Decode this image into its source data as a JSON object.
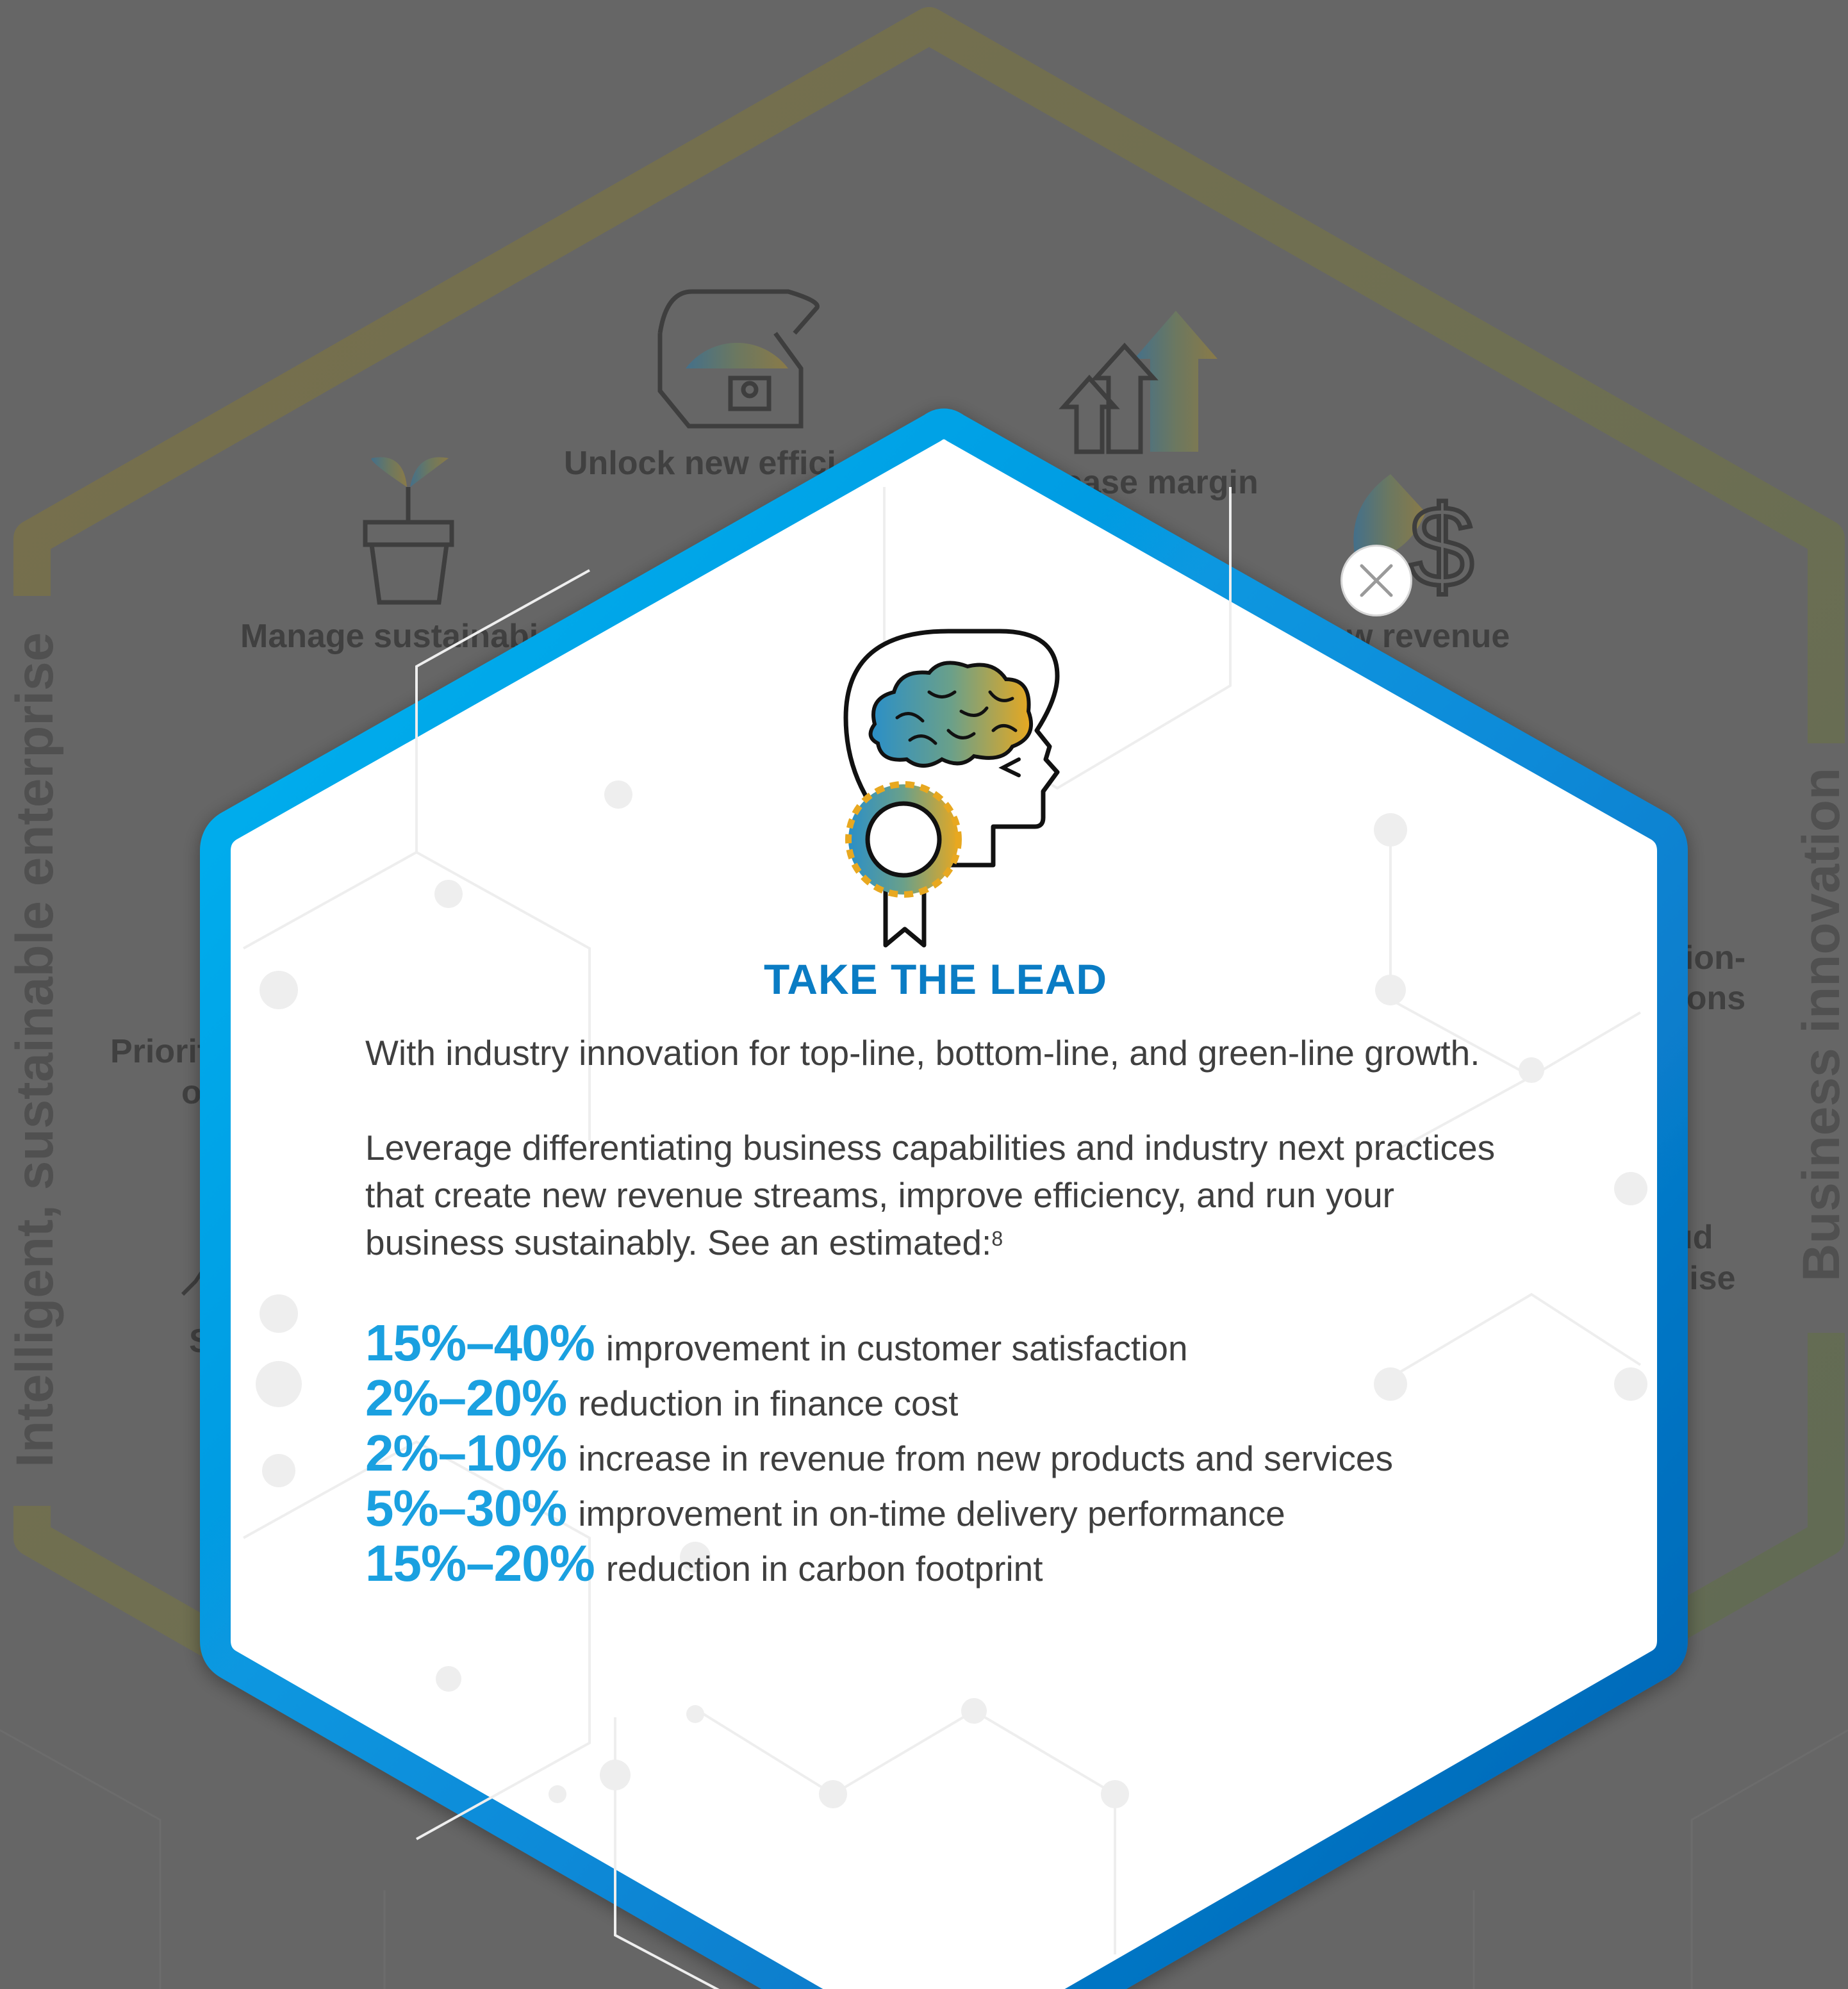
{
  "background": {
    "tiles": [
      {
        "label": "Unlock new effici"
      },
      {
        "label": "rease margin"
      },
      {
        "label": "Manage sustainabi"
      },
      {
        "label": "row revenue"
      },
      {
        "label": "Priorit"
      },
      {
        "label": "o"
      },
      {
        "label": "sion-"
      },
      {
        "label": "tions"
      },
      {
        "label": "ud"
      },
      {
        "label": "mise"
      },
      {
        "label": "S"
      }
    ],
    "left_side_label": "Intelligent, sustainable enterprise",
    "right_side_label": "Business innovation"
  },
  "modal": {
    "title": "TAKE THE LEAD",
    "intro": "With industry innovation for top-line, bottom-line, and green-line growth.",
    "body": "Leverage differentiating business capabilities and industry next practices that create new revenue streams, improve efficiency, and run your business sustainably. See an estimated:",
    "footnote": "8",
    "stats": [
      {
        "value": "15%–40%",
        "text": "improvement in customer satisfaction"
      },
      {
        "value": "2%–20%",
        "text": "reduction in finance cost"
      },
      {
        "value": "2%–10%",
        "text": "increase in revenue from new products and services"
      },
      {
        "value": "5%–30%",
        "text": "improvement in on-time delivery performance"
      },
      {
        "value": "15%–20%",
        "text": "reduction in carbon footprint"
      }
    ],
    "close_icon": "close-icon",
    "hero_icon": "head-brain-award-icon"
  },
  "colors": {
    "overlay": "#666666",
    "accent": "#1aa0e0",
    "title": "#0a7cc4",
    "border_start": "#00b4f0",
    "border_end": "#0064b4"
  }
}
